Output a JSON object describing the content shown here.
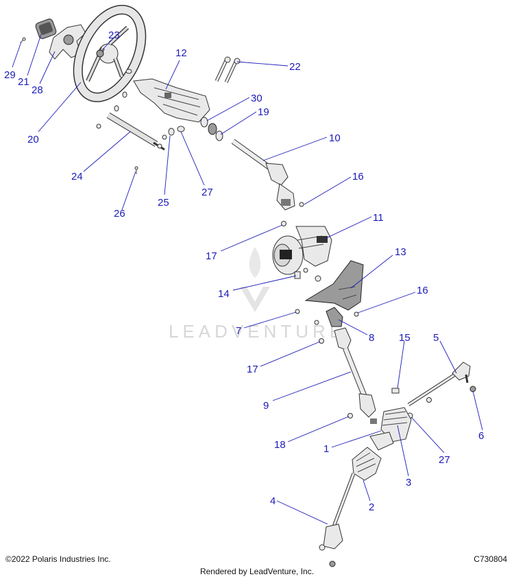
{
  "watermark": {
    "text": "LEADVENTURE"
  },
  "footer": {
    "copyright": "©2022 Polaris Industries Inc.",
    "code": "C730804",
    "rendered_by": "Rendered by LeadVenture, Inc."
  },
  "callouts": [
    {
      "id": "29",
      "label": "29"
    },
    {
      "id": "21",
      "label": "21"
    },
    {
      "id": "28",
      "label": "28"
    },
    {
      "id": "23",
      "label": "23"
    },
    {
      "id": "20",
      "label": "20"
    },
    {
      "id": "12",
      "label": "12"
    },
    {
      "id": "22",
      "label": "22"
    },
    {
      "id": "30",
      "label": "30"
    },
    {
      "id": "19",
      "label": "19"
    },
    {
      "id": "10",
      "label": "10"
    },
    {
      "id": "24",
      "label": "24"
    },
    {
      "id": "25",
      "label": "25"
    },
    {
      "id": "27a",
      "label": "27"
    },
    {
      "id": "26",
      "label": "26"
    },
    {
      "id": "16a",
      "label": "16"
    },
    {
      "id": "11",
      "label": "11"
    },
    {
      "id": "17a",
      "label": "17"
    },
    {
      "id": "13",
      "label": "13"
    },
    {
      "id": "14",
      "label": "14"
    },
    {
      "id": "16b",
      "label": "16"
    },
    {
      "id": "7",
      "label": "7"
    },
    {
      "id": "8",
      "label": "8"
    },
    {
      "id": "15",
      "label": "15"
    },
    {
      "id": "5",
      "label": "5"
    },
    {
      "id": "17b",
      "label": "17"
    },
    {
      "id": "9",
      "label": "9"
    },
    {
      "id": "6",
      "label": "6"
    },
    {
      "id": "18",
      "label": "18"
    },
    {
      "id": "1",
      "label": "1"
    },
    {
      "id": "27b",
      "label": "27"
    },
    {
      "id": "3",
      "label": "3"
    },
    {
      "id": "4",
      "label": "4"
    },
    {
      "id": "2",
      "label": "2"
    }
  ]
}
